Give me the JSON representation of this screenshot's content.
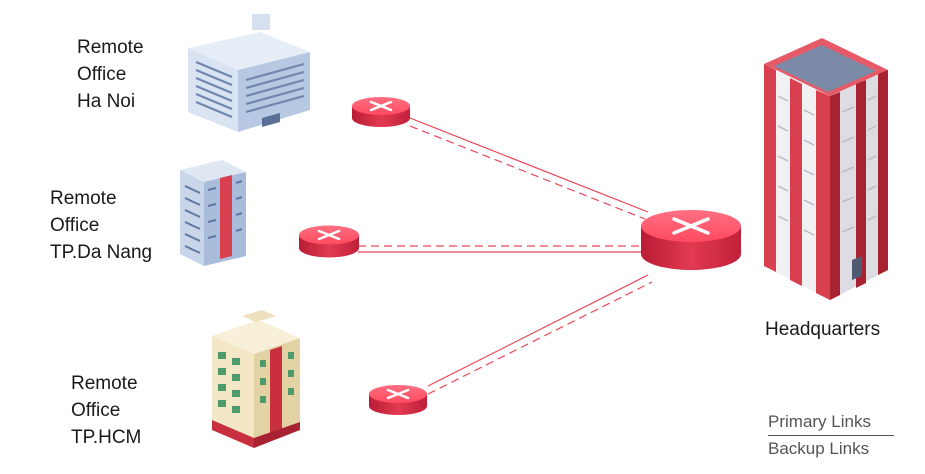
{
  "offices": [
    {
      "name": "remote-office-ha-noi",
      "lines": [
        "Remote",
        "Office",
        "Ha Noi"
      ]
    },
    {
      "name": "remote-office-da-nang",
      "lines": [
        "Remote",
        "Office",
        "TP.Da Nang"
      ]
    },
    {
      "name": "remote-office-hcm",
      "lines": [
        "Remote",
        "Office",
        "TP.HCM"
      ]
    }
  ],
  "headquarters": {
    "label": "Headquarters"
  },
  "legend": {
    "primary": "Primary Links",
    "backup": "Backup Links"
  },
  "colors": {
    "link": "#e8485a",
    "router_top": "#ff5a6e",
    "router_side": "#d42c44",
    "hq_red": "#d8404f",
    "hq_dark": "#a82232",
    "building_blue": "#c5d3ea",
    "building_cream": "#f3e7c6"
  },
  "icons": {
    "router": "router-icon",
    "hq_building": "headquarters-building-icon",
    "office_building": "office-building-icon"
  }
}
